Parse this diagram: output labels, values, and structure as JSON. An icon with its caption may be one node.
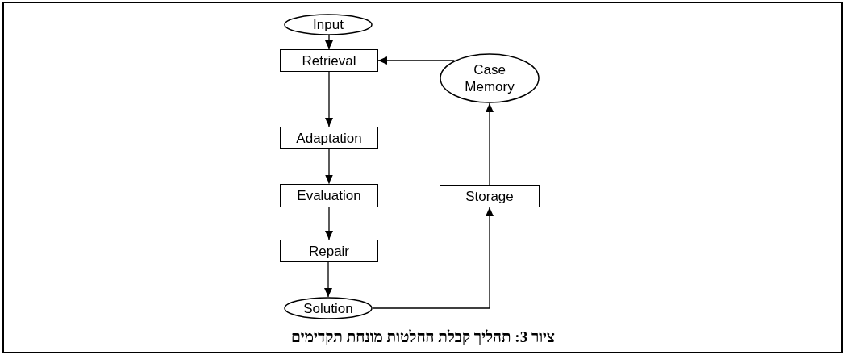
{
  "diagram": {
    "caption": "ציור 3: תהליך קבלת החלטות מונחת תקדימים",
    "nodes": [
      {
        "text": [
          "Input"
        ]
      },
      {
        "text": [
          "Retrieval"
        ]
      },
      {
        "text": [
          "Adaptation"
        ]
      },
      {
        "text": [
          "Evaluation"
        ]
      },
      {
        "text": [
          "Repair"
        ]
      },
      {
        "text": [
          "Solution"
        ]
      },
      {
        "text": [
          "Case Memory"
        ]
      },
      {
        "text": [
          "Storage"
        ]
      }
    ],
    "edges": [
      {
        "from": 0,
        "to": 1,
        "arrow": "to"
      },
      {
        "from": 1,
        "to": 2,
        "arrow": "to"
      },
      {
        "from": 2,
        "to": 3,
        "arrow": "to"
      },
      {
        "from": 3,
        "to": 4,
        "arrow": "to"
      },
      {
        "from": 4,
        "to": 5,
        "arrow": "to"
      },
      {
        "from": 5,
        "to": 7,
        "arrow": "to"
      },
      {
        "from": 7,
        "to": 6,
        "arrow": "to"
      },
      {
        "from": 6,
        "to": 1,
        "arrow": "to"
      }
    ]
  }
}
